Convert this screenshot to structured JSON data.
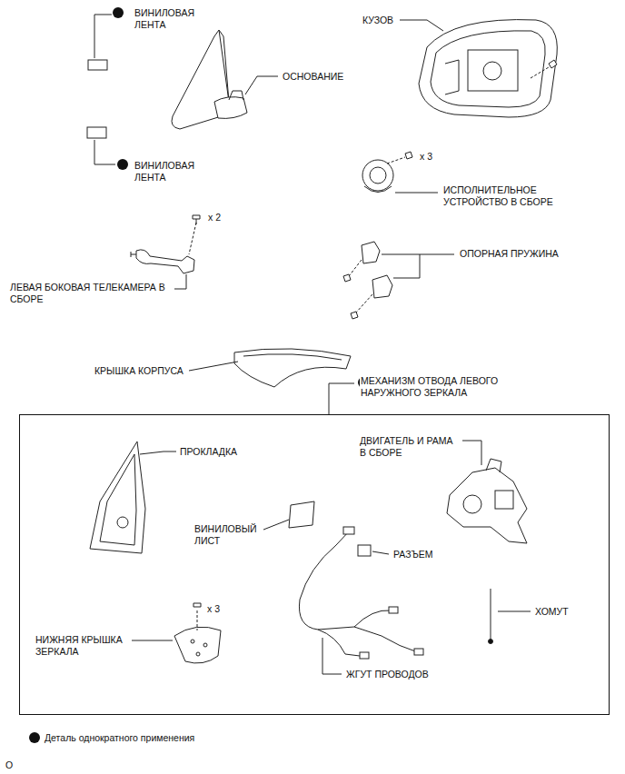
{
  "diagram": {
    "nodes": [
      {
        "text": [
          "МЕХАНИЗМ ОТВОДА ЛЕВОГО НАРУЖНОГО ЗЕРКАЛА"
        ]
      }
    ],
    "labels": [
      "ВИНИЛОВАЯ ЛЕНТА",
      "ОСНОВАНИЕ",
      "КУЗОВ",
      "ВИНИЛОВАЯ ЛЕНТА",
      "x 3",
      "ИСПОЛНИТЕЛЬНОЕ УСТРОЙСТВО В СБОРЕ",
      "x 2",
      "ЛЕВАЯ БОКОВАЯ ТЕЛЕКАМЕРА В СБОРЕ",
      "ОПОРНАЯ ПРУЖИНА",
      "КРЫШКА КОРПУСА",
      "ПРОКЛАДКА",
      "ДВИГАТЕЛЬ И РАМА В СБОРЕ",
      "ВИНИЛОВЫЙ ЛИСТ",
      "РАЗЪЕМ",
      "ХОМУТ",
      "x 3",
      "НИЖНЯЯ КРЫШКА ЗЕРКАЛА",
      "ЖГУТ ПРОВОДОВ",
      "O"
    ],
    "legend": [
      {
        "text": "Деталь однократного применения"
      }
    ]
  }
}
